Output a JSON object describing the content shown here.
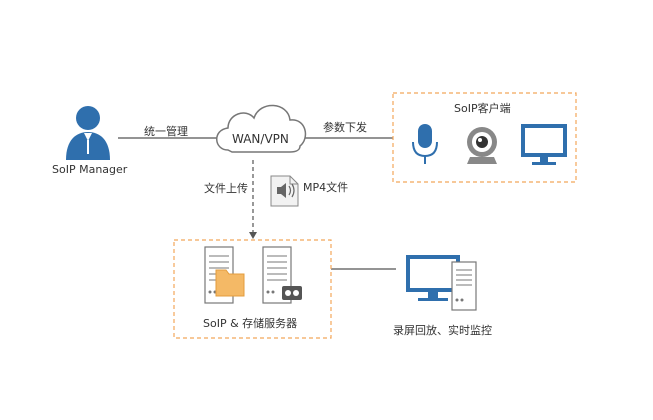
{
  "manager": {
    "label": "SoIP Manager"
  },
  "cloud": {
    "label": "WAN/VPN"
  },
  "links": {
    "manage": "统一管理",
    "distribute": "参数下发",
    "upload": "文件上传"
  },
  "file": {
    "label": "MP4文件"
  },
  "client_group": {
    "title": "SoIP客户端",
    "devices": [
      "microphone-icon",
      "webcam-icon",
      "monitor-icon"
    ]
  },
  "server_group": {
    "title": "SoIP & 存储服务器"
  },
  "monitoring": {
    "label": "录屏回放、实时监控"
  },
  "colors": {
    "accent": "#2f6fad",
    "dashed_border": "#f2a65a",
    "line": "#555555"
  }
}
